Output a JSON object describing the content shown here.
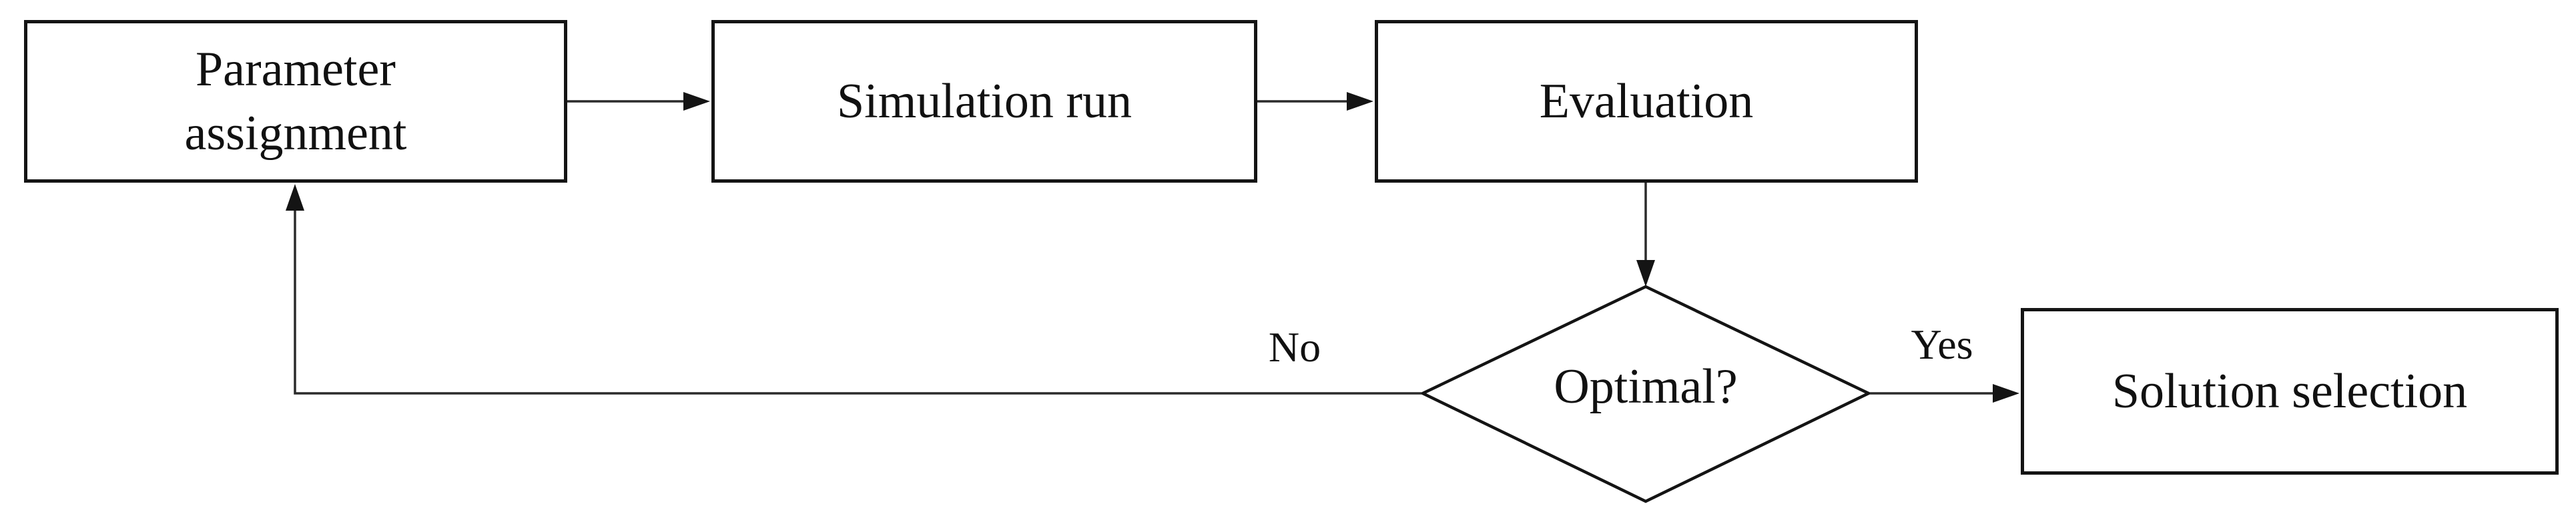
{
  "diagram": {
    "type": "flowchart",
    "background_color": "#ffffff",
    "line_color": "#141414",
    "text_color": "#111111",
    "nodes": [
      {
        "id": "parameter-assignment",
        "shape": "rectangle",
        "label": "Parameter assignment"
      },
      {
        "id": "simulation-run",
        "shape": "rectangle",
        "label": "Simulation run"
      },
      {
        "id": "evaluation",
        "shape": "rectangle",
        "label": "Evaluation"
      },
      {
        "id": "optimal",
        "shape": "diamond",
        "label": "Optimal?"
      },
      {
        "id": "solution-selection",
        "shape": "rectangle",
        "label": "Solution selection"
      }
    ],
    "edges": [
      {
        "from": "parameter-assignment",
        "to": "simulation-run",
        "label": ""
      },
      {
        "from": "simulation-run",
        "to": "evaluation",
        "label": ""
      },
      {
        "from": "evaluation",
        "to": "optimal",
        "label": ""
      },
      {
        "from": "optimal",
        "to": "solution-selection",
        "label": "Yes"
      },
      {
        "from": "optimal",
        "to": "parameter-assignment",
        "label": "No"
      }
    ]
  }
}
